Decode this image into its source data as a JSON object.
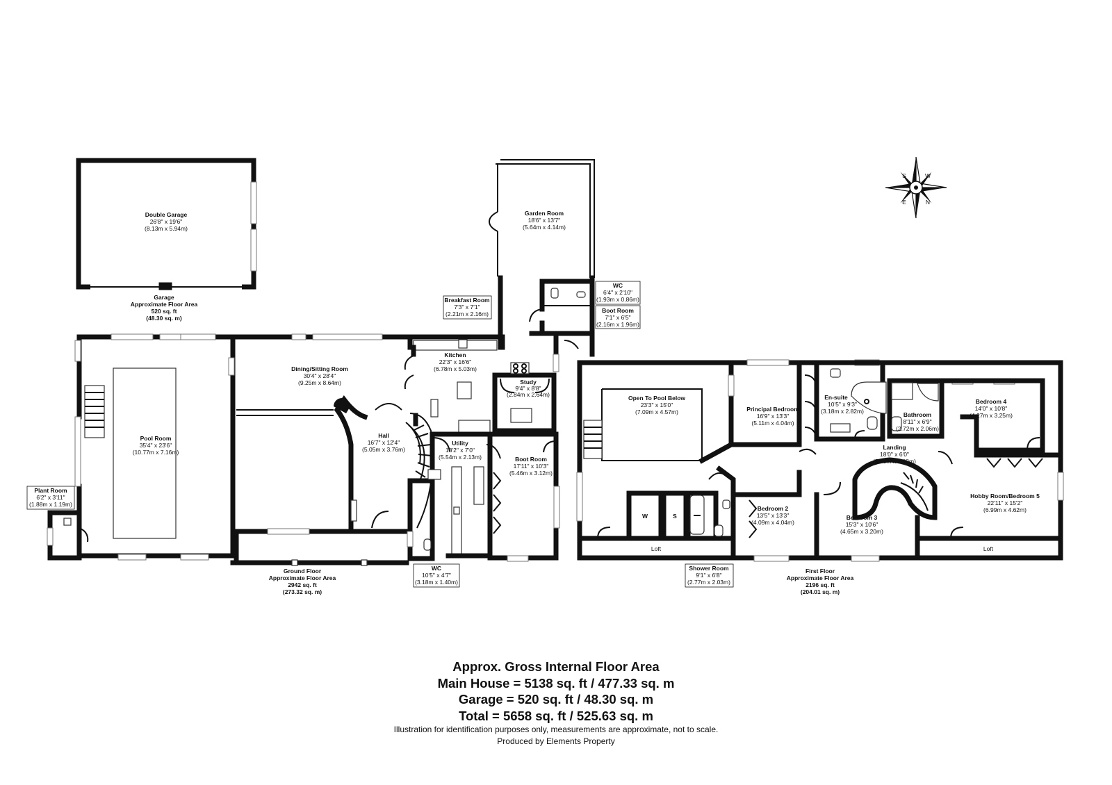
{
  "rooms": {
    "double_garage": {
      "name": "Double Garage",
      "imperial": "26'8\" x 19'6\"",
      "metric": "(8.13m x 5.94m)"
    },
    "garden_room": {
      "name": "Garden Room",
      "imperial": "18'6\" x 13'7\"",
      "metric": "(5.64m x 4.14m)"
    },
    "breakfast_room": {
      "name": "Breakfast Room",
      "imperial": "7'3\" x 7'1\"",
      "metric": "(2.21m x 2.16m)"
    },
    "wc_upper": {
      "name": "WC",
      "imperial": "6'4\" x 2'10\"",
      "metric": "(1.93m x 0.86m)"
    },
    "boot_room_upper": {
      "name": "Boot Room",
      "imperial": "7'1\" x 6'5\"",
      "metric": "(2.16m x 1.96m)"
    },
    "kitchen": {
      "name": "Kitchen",
      "imperial": "22'3\" x 16'6\"",
      "metric": "(6.78m x 5.03m)"
    },
    "dining": {
      "name": "Dining/Sitting Room",
      "imperial": "30'4\" x 28'4\"",
      "metric": "(9.25m x 8.64m)"
    },
    "study": {
      "name": "Study",
      "imperial": "9'4\" x 8'8\"",
      "metric": "(2.84m x 2.64m)"
    },
    "pool_room": {
      "name": "Pool Room",
      "imperial": "35'4\" x 23'6\"",
      "metric": "(10.77m x 7.16m)"
    },
    "hall": {
      "name": "Hall",
      "imperial": "16'7\" x 12'4\"",
      "metric": "(5.05m x 3.76m)"
    },
    "utility": {
      "name": "Utility",
      "imperial": "18'2\" x 7'0\"",
      "metric": "(5.54m x 2.13m)"
    },
    "boot_room_lower": {
      "name": "Boot Room",
      "imperial": "17'11\" x 10'3\"",
      "metric": "(5.46m x 3.12m)"
    },
    "plant_room": {
      "name": "Plant Room",
      "imperial": "6'2\" x 3'11\"",
      "metric": "(1.88m x 1.19m)"
    },
    "wc_lower": {
      "name": "WC",
      "imperial": "10'5\" x 4'7\"",
      "metric": "(3.18m x 1.40m)"
    },
    "open_pool": {
      "name": "Open To Pool Below",
      "imperial": "23'3\" x 15'0\"",
      "metric": "(7.09m x 4.57m)"
    },
    "principal": {
      "name": "Principal Bedroom",
      "imperial": "16'9\" x 13'3\"",
      "metric": "(5.11m x 4.04m)"
    },
    "ensuite": {
      "name": "En-suite",
      "imperial": "10'5\" x 9'3\"",
      "metric": "(3.18m x 2.82m)"
    },
    "bathroom": {
      "name": "Bathroom",
      "imperial": "8'11\" x 6'9\"",
      "metric": "(2.72m x 2.06m)"
    },
    "bedroom4": {
      "name": "Bedroom 4",
      "imperial": "14'0\" x 10'8\"",
      "metric": "(4.27m x 3.25m)"
    },
    "landing": {
      "name": "Landing",
      "imperial": "18'0\" x 6'0\"",
      "metric": "(5.49m x 2.08m)"
    },
    "bedroom2": {
      "name": "Bedroom 2",
      "imperial": "13'5\" x 13'3\"",
      "metric": "(4.09m x 4.04m)"
    },
    "bedroom3": {
      "name": "Bedroom 3",
      "imperial": "15'3\" x 10'6\"",
      "metric": "(4.65m x 3.20m)"
    },
    "hobby": {
      "name": "Hobby Room/Bedroom 5",
      "imperial": "22'11\" x 15'2\"",
      "metric": "(6.99m x 4.62m)"
    },
    "shower": {
      "name": "Shower Room",
      "imperial": "9'1\" x 6'8\"",
      "metric": "(2.77m x 2.03m)"
    }
  },
  "small_labels": {
    "loft": "Loft",
    "wardrobe": "W",
    "store": "S"
  },
  "compass": {
    "n": "N",
    "e": "E",
    "s": "S",
    "w": "W"
  },
  "floors": {
    "garage": {
      "name": "Garage",
      "label": "Approximate Floor Area",
      "sqft": "520 sq. ft",
      "sqm": "(48.30 sq. m)"
    },
    "ground": {
      "name": "Ground Floor",
      "label": "Approximate Floor Area",
      "sqft": "2942 sq. ft",
      "sqm": "(273.32 sq. m)"
    },
    "first": {
      "name": "First Floor",
      "label": "Approximate Floor Area",
      "sqft": "2196 sq. ft",
      "sqm": "(204.01 sq. m)"
    }
  },
  "summary": {
    "title": "Approx. Gross Internal Floor Area",
    "main_house": "Main House = 5138 sq. ft / 477.33 sq. m",
    "garage": "Garage = 520 sq. ft / 48.30 sq. m",
    "total": "Total = 5658 sq. ft / 525.63 sq. m",
    "disclaimer": "Illustration for identification purposes only, measurements are approximate, not to scale.",
    "credit": "Produced by Elements Property"
  }
}
